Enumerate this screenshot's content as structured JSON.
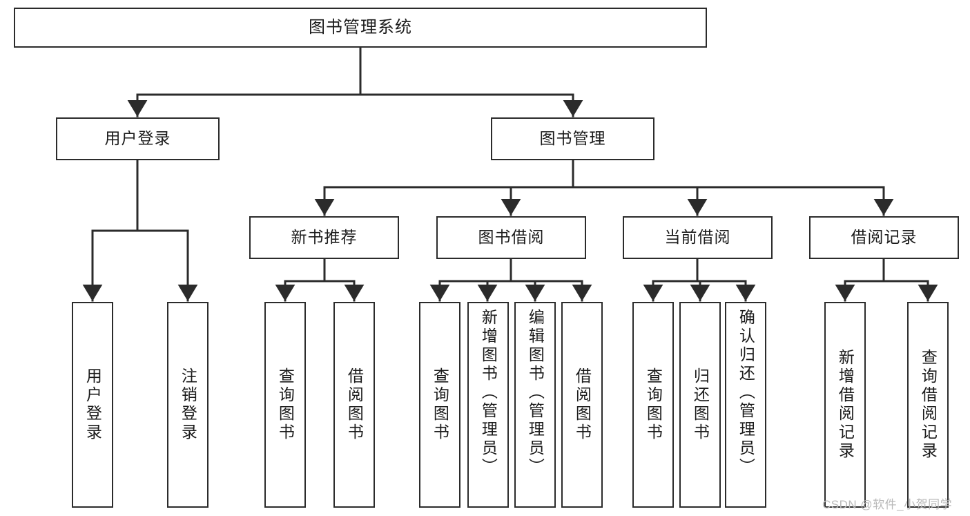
{
  "diagram": {
    "type": "tree-hierarchy",
    "title": "图书管理系统",
    "watermark": "CSDN @软件_小贺同学",
    "colors": {
      "stroke": "#2b2b2b",
      "fill": "#ffffff",
      "text": "#1b1b1b",
      "watermark": "#b9b9b9"
    },
    "levels": [
      {
        "level": 1,
        "nodes": [
          {
            "id": "root",
            "label": "图书管理系统"
          }
        ]
      },
      {
        "level": 2,
        "nodes": [
          {
            "id": "login",
            "label": "用户登录",
            "parent": "root"
          },
          {
            "id": "bookmgmt",
            "label": "图书管理",
            "parent": "root"
          }
        ]
      },
      {
        "level": 3,
        "nodes": [
          {
            "id": "newbook",
            "label": "新书推荐",
            "parent": "bookmgmt"
          },
          {
            "id": "borrow",
            "label": "图书借阅",
            "parent": "bookmgmt"
          },
          {
            "id": "current",
            "label": "当前借阅",
            "parent": "bookmgmt"
          },
          {
            "id": "records",
            "label": "借阅记录",
            "parent": "bookmgmt"
          }
        ]
      },
      {
        "level": 4,
        "nodes": [
          {
            "id": "leaf1",
            "label": "用户登录",
            "parent": "login"
          },
          {
            "id": "leaf2",
            "label": "注销登录",
            "parent": "login"
          },
          {
            "id": "leaf3",
            "label": "查询图书",
            "parent": "newbook"
          },
          {
            "id": "leaf4",
            "label": "借阅图书",
            "parent": "newbook"
          },
          {
            "id": "leaf5",
            "label": "查询图书",
            "parent": "borrow"
          },
          {
            "id": "leaf6",
            "label": "新增图书（管理员）",
            "parent": "borrow"
          },
          {
            "id": "leaf7",
            "label": "编辑图书（管理员）",
            "parent": "borrow"
          },
          {
            "id": "leaf8",
            "label": "借阅图书",
            "parent": "borrow"
          },
          {
            "id": "leaf9",
            "label": "查询图书",
            "parent": "current"
          },
          {
            "id": "leaf10",
            "label": "归还图书",
            "parent": "current"
          },
          {
            "id": "leaf11",
            "label": "确认归还（管理员）",
            "parent": "current"
          },
          {
            "id": "leaf12",
            "label": "新增借阅记录",
            "parent": "records"
          },
          {
            "id": "leaf13",
            "label": "查询借阅记录",
            "parent": "records"
          }
        ]
      }
    ]
  }
}
